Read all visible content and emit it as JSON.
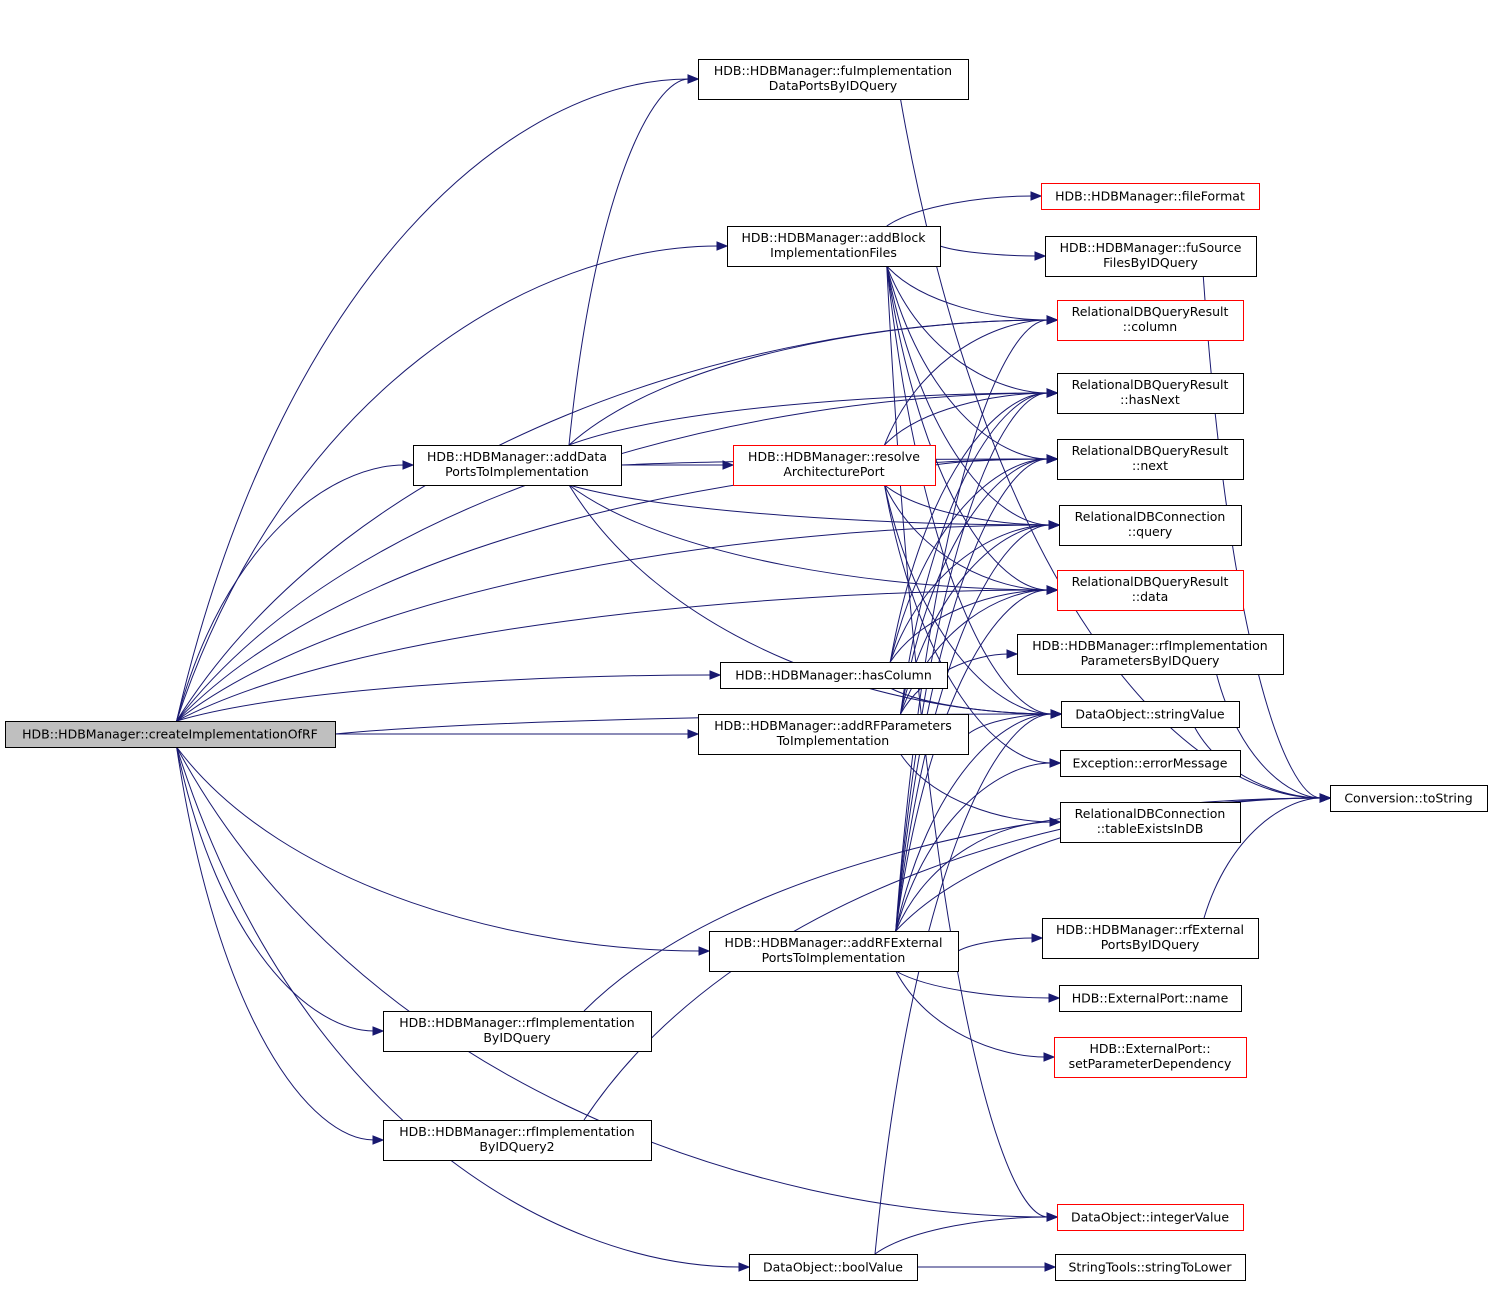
{
  "graph": {
    "colors": {
      "edge": "#191970",
      "node_border": "#000000",
      "node_border_truncated": "#ff0000",
      "root_fill": "#bfbfbf"
    },
    "nodes": {
      "root": {
        "lines": [
          "HDB::HDBManager::createImplementationOfRF"
        ],
        "style": "root"
      },
      "fuIDP": {
        "lines": [
          "HDB::HDBManager::fuImplementation",
          "DataPortsByIDQuery"
        ]
      },
      "fileFmt": {
        "lines": [
          "HDB::HDBManager::fileFormat"
        ],
        "style": "red"
      },
      "addBlk": {
        "lines": [
          "HDB::HDBManager::addBlock",
          "ImplementationFiles"
        ]
      },
      "fuSrc": {
        "lines": [
          "HDB::HDBManager::fuSource",
          "FilesByIDQuery"
        ]
      },
      "column": {
        "lines": [
          "RelationalDBQueryResult",
          "::column"
        ],
        "style": "red"
      },
      "hasNext": {
        "lines": [
          "RelationalDBQueryResult",
          "::hasNext"
        ]
      },
      "addData": {
        "lines": [
          "HDB::HDBManager::addData",
          "PortsToImplementation"
        ]
      },
      "resolve": {
        "lines": [
          "HDB::HDBManager::resolve",
          "ArchitecturePort"
        ],
        "style": "red"
      },
      "next": {
        "lines": [
          "RelationalDBQueryResult",
          "::next"
        ]
      },
      "query": {
        "lines": [
          "RelationalDBConnection",
          "::query"
        ]
      },
      "data": {
        "lines": [
          "RelationalDBQueryResult",
          "::data"
        ],
        "style": "red"
      },
      "rfIPar": {
        "lines": [
          "HDB::HDBManager::rfImplementation",
          "ParametersByIDQuery"
        ]
      },
      "hasCol": {
        "lines": [
          "HDB::HDBManager::hasColumn"
        ]
      },
      "strVal": {
        "lines": [
          "DataObject::stringValue"
        ]
      },
      "addRFP": {
        "lines": [
          "HDB::HDBManager::addRFParameters",
          "ToImplementation"
        ]
      },
      "errMsg": {
        "lines": [
          "Exception::errorMessage"
        ]
      },
      "toStr": {
        "lines": [
          "Conversion::toString"
        ]
      },
      "tblEx": {
        "lines": [
          "RelationalDBConnection",
          "::tableExistsInDB"
        ]
      },
      "addRFE": {
        "lines": [
          "HDB::HDBManager::addRFExternal",
          "PortsToImplementation"
        ]
      },
      "rfExt": {
        "lines": [
          "HDB::HDBManager::rfExternal",
          "PortsByIDQuery"
        ]
      },
      "epName": {
        "lines": [
          "HDB::ExternalPort::name"
        ]
      },
      "epSet": {
        "lines": [
          "HDB::ExternalPort::",
          "setParameterDependency"
        ],
        "style": "red"
      },
      "rfIBy": {
        "lines": [
          "HDB::HDBManager::rfImplementation",
          "ByIDQuery"
        ]
      },
      "rfIBy2": {
        "lines": [
          "HDB::HDBManager::rfImplementation",
          "ByIDQuery2"
        ]
      },
      "intVal": {
        "lines": [
          "DataObject::integerValue"
        ],
        "style": "red"
      },
      "boolVal": {
        "lines": [
          "DataObject::boolValue"
        ]
      },
      "lower": {
        "lines": [
          "StringTools::stringToLower"
        ]
      }
    },
    "edges": [
      [
        "root",
        "fuIDP"
      ],
      [
        "root",
        "addBlk"
      ],
      [
        "root",
        "column"
      ],
      [
        "root",
        "hasNext"
      ],
      [
        "root",
        "addData"
      ],
      [
        "root",
        "next"
      ],
      [
        "root",
        "query"
      ],
      [
        "root",
        "data"
      ],
      [
        "root",
        "hasCol"
      ],
      [
        "root",
        "strVal"
      ],
      [
        "root",
        "addRFP"
      ],
      [
        "root",
        "addRFE"
      ],
      [
        "root",
        "rfIBy"
      ],
      [
        "root",
        "rfIBy2"
      ],
      [
        "root",
        "intVal"
      ],
      [
        "root",
        "boolVal"
      ],
      [
        "fuIDP",
        "toStr"
      ],
      [
        "addBlk",
        "fileFmt"
      ],
      [
        "addBlk",
        "fuSrc"
      ],
      [
        "addBlk",
        "column"
      ],
      [
        "addBlk",
        "hasNext"
      ],
      [
        "addBlk",
        "next"
      ],
      [
        "addBlk",
        "query"
      ],
      [
        "addBlk",
        "data"
      ],
      [
        "addBlk",
        "strVal"
      ],
      [
        "addBlk",
        "intVal"
      ],
      [
        "fuSrc",
        "toStr"
      ],
      [
        "addData",
        "fuIDP"
      ],
      [
        "addData",
        "hasNext"
      ],
      [
        "addData",
        "resolve"
      ],
      [
        "addData",
        "next"
      ],
      [
        "addData",
        "query"
      ],
      [
        "addData",
        "data"
      ],
      [
        "addData",
        "column"
      ],
      [
        "addData",
        "strVal"
      ],
      [
        "resolve",
        "column"
      ],
      [
        "resolve",
        "hasNext"
      ],
      [
        "resolve",
        "next"
      ],
      [
        "resolve",
        "data"
      ],
      [
        "resolve",
        "query"
      ],
      [
        "resolve",
        "strVal"
      ],
      [
        "resolve",
        "errMsg"
      ],
      [
        "hasCol",
        "query"
      ],
      [
        "hasCol",
        "hasNext"
      ],
      [
        "hasCol",
        "next"
      ],
      [
        "hasCol",
        "strVal"
      ],
      [
        "hasCol",
        "data"
      ],
      [
        "addRFP",
        "rfIPar"
      ],
      [
        "addRFP",
        "hasNext"
      ],
      [
        "addRFP",
        "next"
      ],
      [
        "addRFP",
        "data"
      ],
      [
        "addRFP",
        "strVal"
      ],
      [
        "addRFP",
        "tblEx"
      ],
      [
        "addRFP",
        "query"
      ],
      [
        "rfIPar",
        "toStr"
      ],
      [
        "strVal",
        "toStr"
      ],
      [
        "addRFE",
        "rfExt"
      ],
      [
        "addRFE",
        "epName"
      ],
      [
        "addRFE",
        "epSet"
      ],
      [
        "addRFE",
        "toStr"
      ],
      [
        "addRFE",
        "tblEx"
      ],
      [
        "addRFE",
        "errMsg"
      ],
      [
        "addRFE",
        "hasNext"
      ],
      [
        "addRFE",
        "next"
      ],
      [
        "addRFE",
        "data"
      ],
      [
        "addRFE",
        "strVal"
      ],
      [
        "addRFE",
        "query"
      ],
      [
        "addRFE",
        "column"
      ],
      [
        "rfExt",
        "toStr"
      ],
      [
        "rfIBy",
        "toStr"
      ],
      [
        "rfIBy2",
        "toStr"
      ],
      [
        "boolVal",
        "intVal"
      ],
      [
        "boolVal",
        "lower"
      ],
      [
        "boolVal",
        "strVal"
      ]
    ]
  }
}
